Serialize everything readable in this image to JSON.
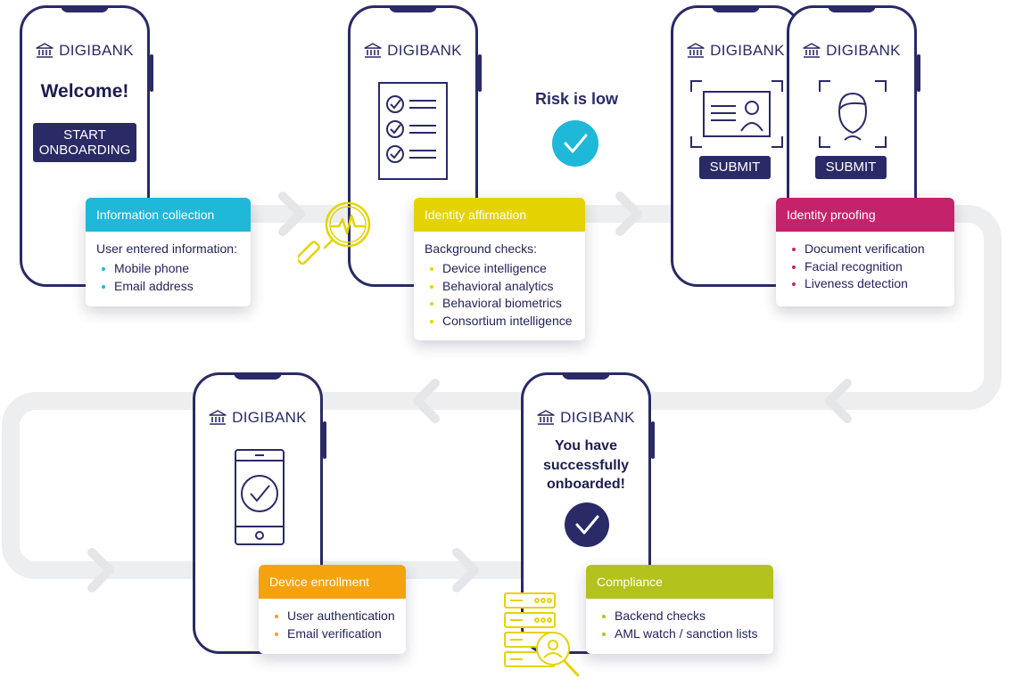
{
  "brand_name": "DIGIBANK",
  "colors": {
    "navy": "#2a2a66",
    "cyan": "#1fb8d8",
    "yellow": "#e4d300",
    "magenta": "#c4236b",
    "orange": "#f5a20e",
    "olive": "#b3c21c",
    "flow_line": "#eceef0"
  },
  "screens": {
    "welcome": {
      "title": "Welcome!",
      "button_line1": "START",
      "button_line2": "ONBOARDING"
    },
    "id_document": {
      "button": "SUBMIT"
    },
    "selfie": {
      "button": "SUBMIT"
    },
    "success": {
      "line1": "You have",
      "line2": "successfully",
      "line3": "onboarded!"
    }
  },
  "risk": {
    "label": "Risk is low"
  },
  "cards": {
    "info_collection": {
      "title": "Information collection",
      "intro": "User entered information:",
      "items": [
        "Mobile phone",
        "Email address"
      ]
    },
    "identity_affirmation": {
      "title": "Identity affirmation",
      "intro": "Background checks:",
      "items": [
        "Device intelligence",
        "Behavioral analytics",
        "Behavioral biometrics",
        "Consortium intelligence"
      ]
    },
    "identity_proofing": {
      "title": "Identity proofing",
      "items": [
        "Document verification",
        "Facial recognition",
        "Liveness detection"
      ]
    },
    "device_enrollment": {
      "title": "Device enrollment",
      "items": [
        "User authentication",
        "Email verification"
      ]
    },
    "compliance": {
      "title": "Compliance",
      "items": [
        "Backend checks",
        "AML watch / sanction lists"
      ]
    }
  },
  "icons": {
    "bank": "bank-building-icon",
    "checklist": "checklist-icon",
    "id_card": "id-card-scan-icon",
    "face": "face-scan-icon",
    "mobile": "mobile-check-icon",
    "check": "checkmark-circle-icon",
    "magnifier": "magnifier-pulse-icon",
    "server": "server-search-icon"
  }
}
